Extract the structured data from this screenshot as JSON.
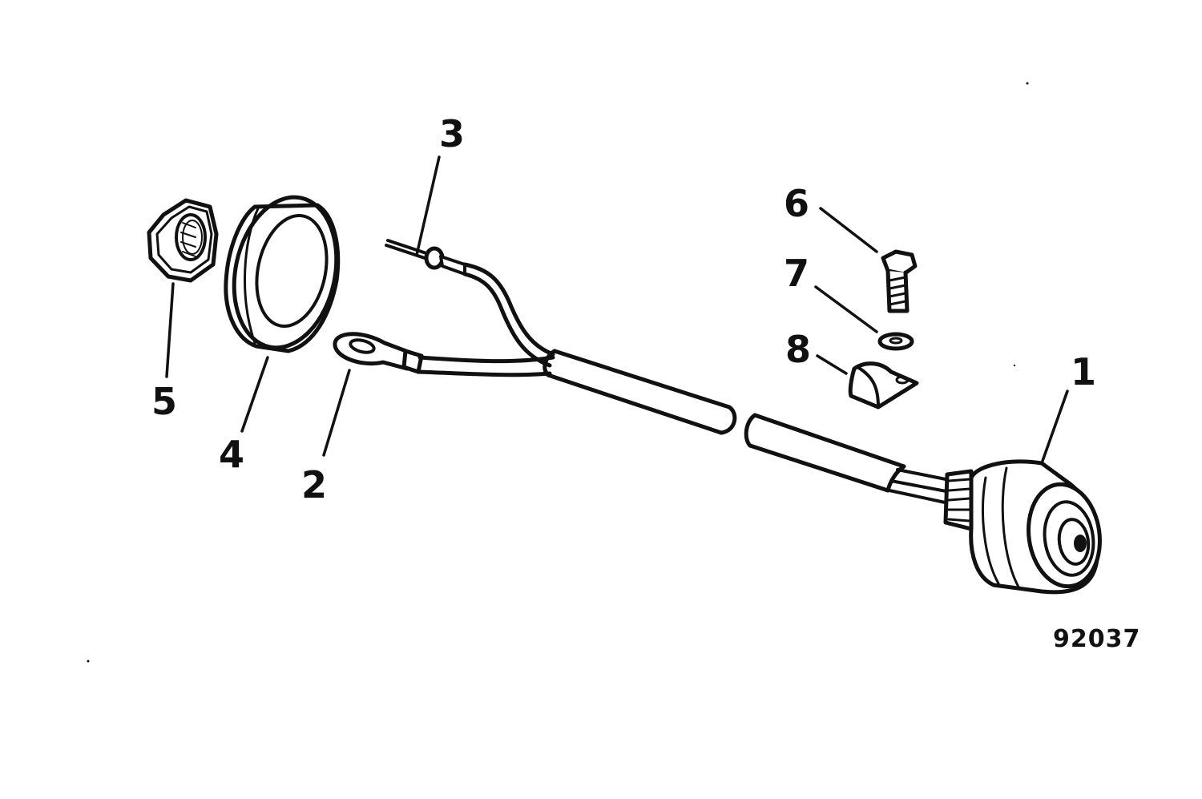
{
  "callouts": {
    "part_1": "1",
    "part_2": "2",
    "part_3": "3",
    "part_4": "4",
    "part_5": "5",
    "part_6": "6",
    "part_7": "7",
    "part_8": "8"
  },
  "figure_code": "92037"
}
